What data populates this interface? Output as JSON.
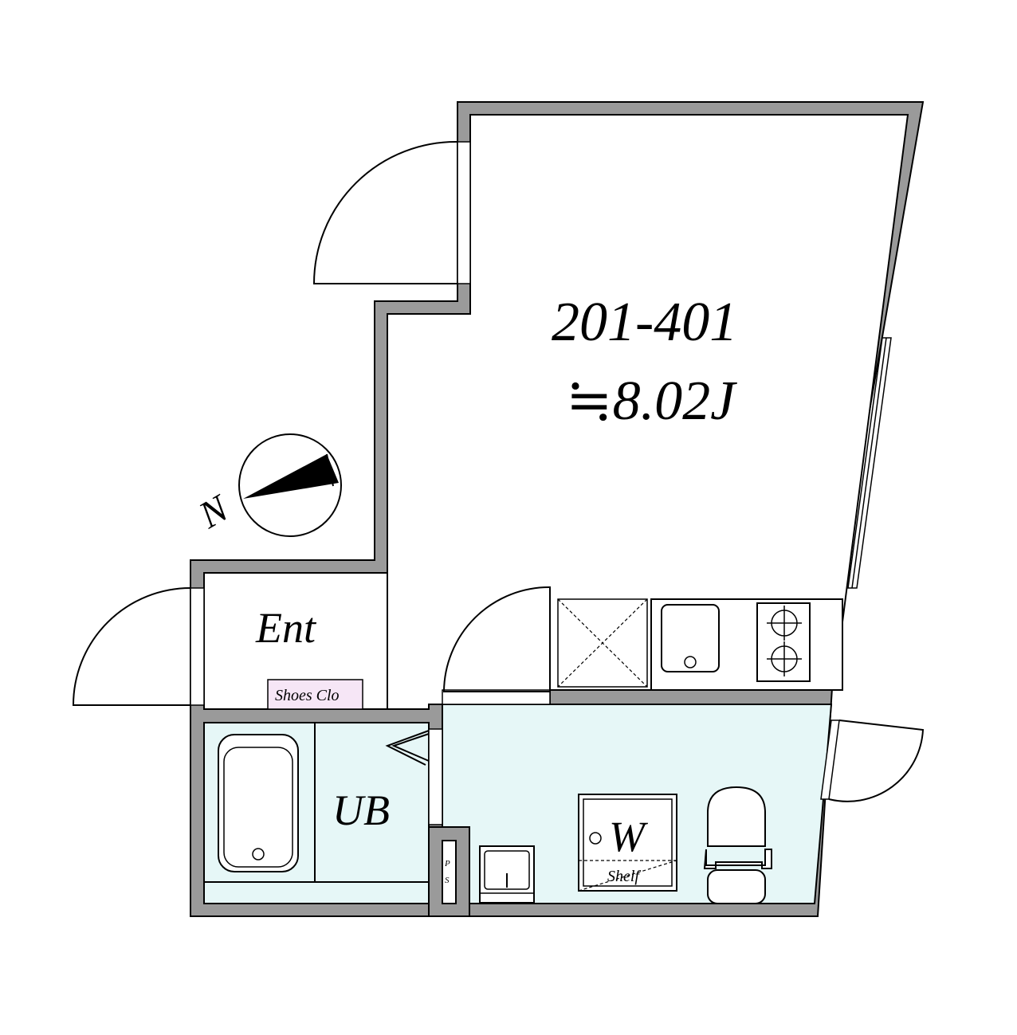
{
  "unit": {
    "number": "201-401",
    "area": "≒8.02J"
  },
  "rooms": {
    "entrance": "Ent",
    "shoe_closet": "Shoes Clo",
    "unit_bath": "UB",
    "washer": "W",
    "shelf": "Shelf",
    "pipe_space_p": "P",
    "pipe_space_s": "S"
  },
  "compass": {
    "north_label": "N"
  },
  "colors": {
    "wall": "#9a9a9a",
    "wet_area": "#e6f7f7",
    "shoe_closet": "#f6e6f6"
  }
}
